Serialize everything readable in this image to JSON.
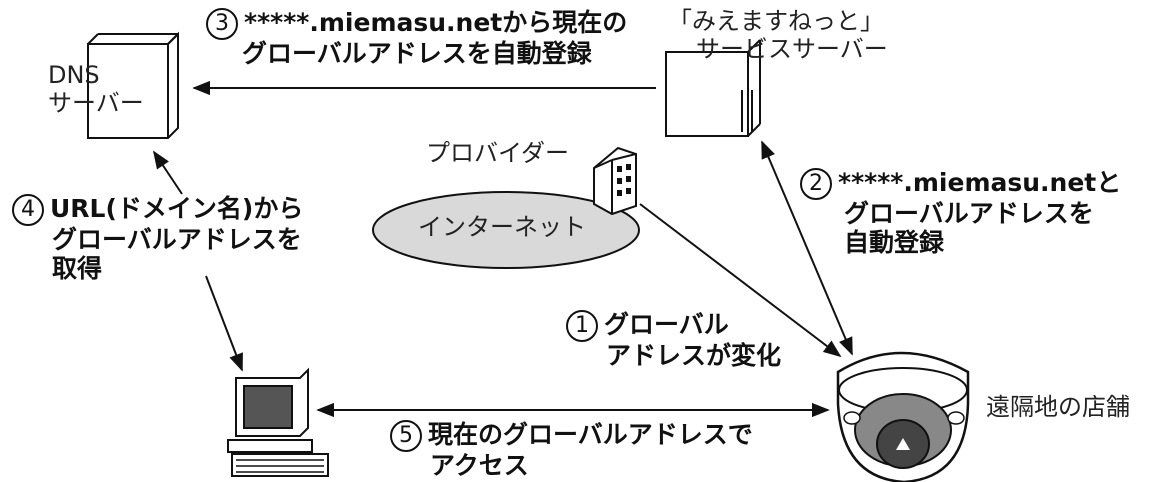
{
  "nodes": {
    "dns": [
      "DNS",
      "サーバー"
    ],
    "service": [
      "「みえますねっと」",
      "サービスサーバー"
    ],
    "provider": "プロバイダー",
    "internet": "インターネット",
    "shop": "遠隔地の店舗"
  },
  "steps": [
    {
      "num": "1",
      "lines": [
        "グローバル",
        "アドレスが変化"
      ]
    },
    {
      "num": "2",
      "lines": [
        "*****.miemasu.netと",
        "グローバルアドレスを",
        "自動登録"
      ]
    },
    {
      "num": "3",
      "lines": [
        "*****.miemasu.netから現在の",
        "グローバルアドレスを自動登録"
      ]
    },
    {
      "num": "4",
      "lines": [
        "URL(ドメイン名)から",
        "グローバルアドレスを",
        "取得"
      ]
    },
    {
      "num": "5",
      "lines": [
        "現在のグローバルアドレスで",
        "アクセス"
      ]
    }
  ]
}
